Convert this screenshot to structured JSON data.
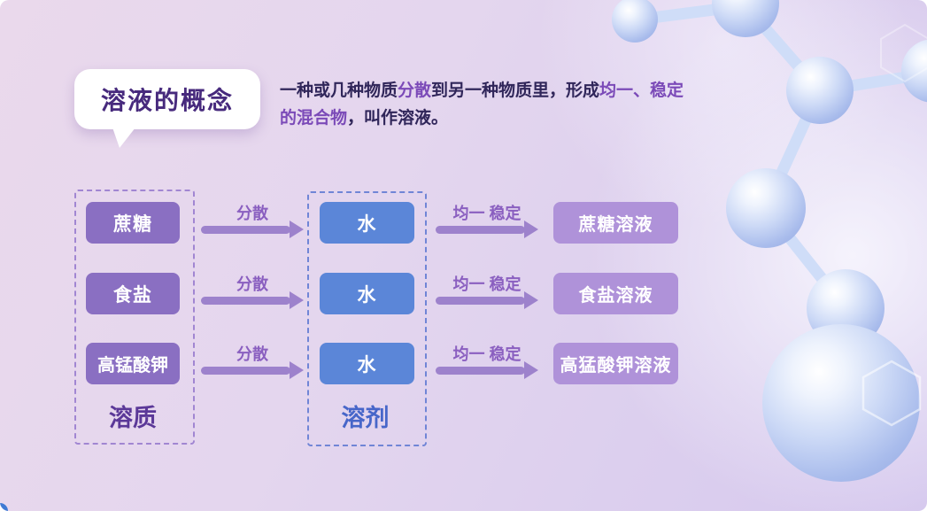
{
  "header": {
    "title": "溶液的概念"
  },
  "definition": {
    "l1s1": "一种或几种物质",
    "l1s2": "分散",
    "l1s3": "到另一种物质里，形成",
    "l1s4": "均一、稳定",
    "l2s1": "的混合物",
    "l2s2": "，叫作溶液。"
  },
  "diagram": {
    "solute_label": "溶质",
    "solvent_label": "溶剂",
    "solutes": [
      "蔗糖",
      "食盐",
      "高锰酸钾"
    ],
    "solvents": [
      "水",
      "水",
      "水"
    ],
    "solutions": [
      "蔗糖溶液",
      "食盐溶液",
      "高猛酸钾溶液"
    ],
    "disperse_label": "分散",
    "uniform_label": "均一 稳定"
  },
  "colors": {
    "title": "#472a7d",
    "text_dark": "#30265a",
    "text_hl": "#7b4ab8",
    "solute_box": "#8a6fc2",
    "solvent_box": "#5b86d8",
    "solution_box": "#af92d9",
    "arrow": "#9d82cc",
    "arrow_label": "#8a5fc0",
    "solute_label": "#5b3898",
    "solvent_label": "#4766c9",
    "dashed_purple": "#a186d2",
    "dashed_blue": "#7085d6",
    "bond": "#cfddf8",
    "speck": "#3f7bd4"
  }
}
